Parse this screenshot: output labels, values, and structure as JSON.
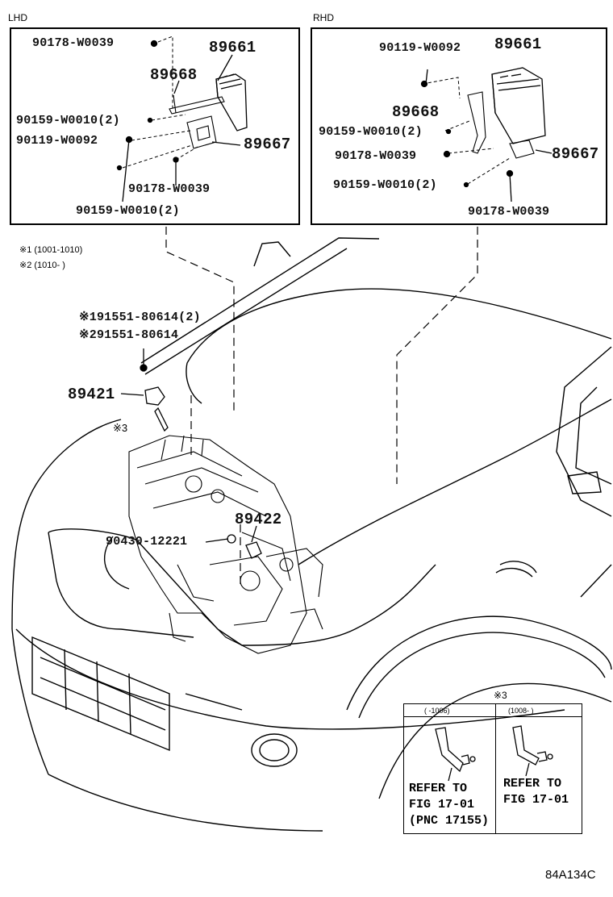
{
  "panels": {
    "lhd": {
      "title": "LHD",
      "labels": {
        "p90178_top": "90178-W0039",
        "p89661": "89661",
        "p89668": "89668",
        "p90159_a": "90159-W0010(2)",
        "p90119": "90119-W0092",
        "p89667": "89667",
        "p90178_bottom": "90178-W0039",
        "p90159_b": "90159-W0010(2)"
      }
    },
    "rhd": {
      "title": "RHD",
      "labels": {
        "p90119": "90119-W0092",
        "p89661": "89661",
        "p89668": "89668",
        "p90159_a": "90159-W0010(2)",
        "p90178_a": "90178-W0039",
        "p89667": "89667",
        "p90159_b": "90159-W0010(2)",
        "p90178_b": "90178-W0039"
      }
    }
  },
  "notes": {
    "n1": "※1 (1001-1010)",
    "n2": "※2 (1010-     )"
  },
  "main": {
    "p91551_1": "※191551-80614(2)",
    "p91551_2": "※291551-80614",
    "p89421": "89421",
    "mark3": "※3",
    "p89422": "89422",
    "p90430": "90430-12221"
  },
  "inset": {
    "title": "※3",
    "col1_header": "(     -1006)",
    "col2_header": "(1008-     )",
    "col1_text": [
      "REFER TO",
      "FIG 17-01",
      "(PNC 17155)"
    ],
    "col2_text": [
      "REFER TO",
      "FIG 17-01"
    ]
  },
  "figure_code": "84A134C"
}
